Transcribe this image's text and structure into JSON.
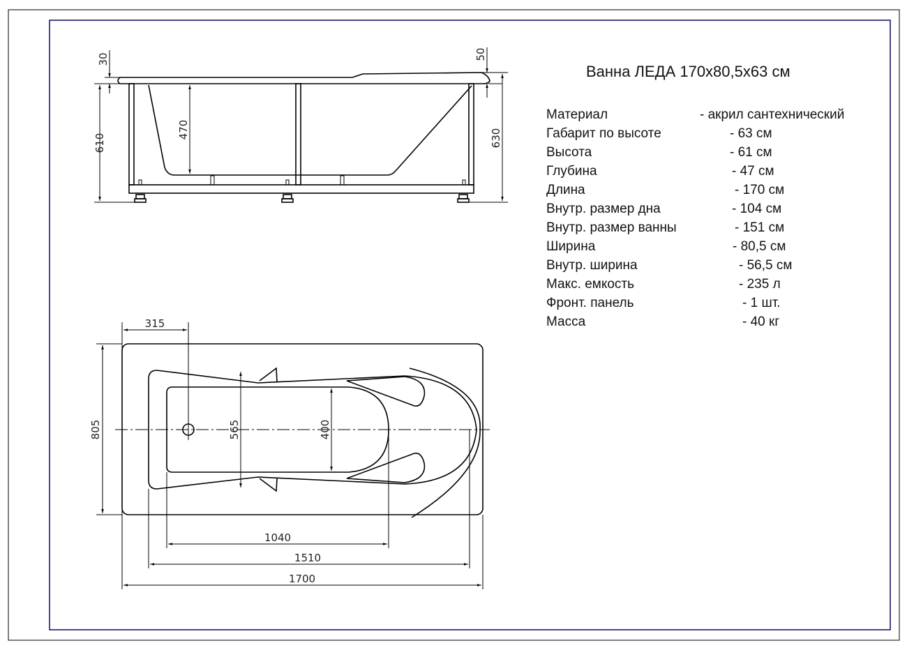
{
  "title": "Ванна ЛЕДА 170х80,5х63 см",
  "specs": [
    {
      "label": "Материал",
      "value": "- акрил сантехнический"
    },
    {
      "label": "Габарит по высоте",
      "value": "- 63 см"
    },
    {
      "label": "Высота",
      "value": "- 61 см"
    },
    {
      "label": "Глубина",
      "value": "- 47 см"
    },
    {
      "label": "Длина",
      "value": "- 170 см"
    },
    {
      "label": "Внутр. размер дна",
      "value": "- 104 см"
    },
    {
      "label": "Внутр. размер ванны",
      "value": "- 151 см"
    },
    {
      "label": "Ширина",
      "value": "- 80,5 см"
    },
    {
      "label": "Внутр. ширина",
      "value": "- 56,5 см"
    },
    {
      "label": "Макс. емкость",
      "value": "- 235 л"
    },
    {
      "label": "Фронт. панель",
      "value": "- 1 шт."
    },
    {
      "label": "Масса",
      "value": "- 40 кг"
    }
  ],
  "side_view": {
    "dims": {
      "rim_left": "30",
      "rim_right": "50",
      "height_left": "610",
      "depth": "470",
      "height_right": "630"
    }
  },
  "top_view": {
    "dims": {
      "drain_offset": "315",
      "width": "805",
      "inner_width": "565",
      "bottom_width": "400",
      "bottom_length": "1040",
      "inner_length": "1510",
      "length": "1700"
    }
  },
  "colors": {
    "frame_inner": "#1a1a6e"
  }
}
